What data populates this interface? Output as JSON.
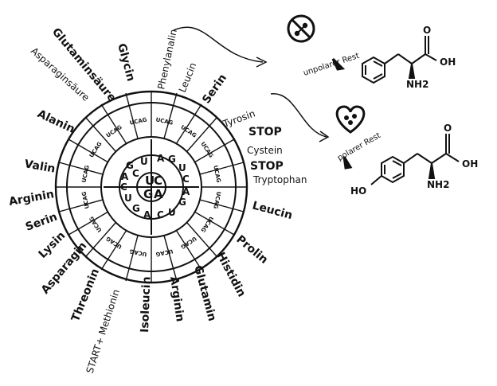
{
  "wheel": {
    "inner_bases": [
      "U",
      "C",
      "A",
      "G"
    ],
    "second_ring": [
      [
        "U",
        "C",
        "A",
        "G"
      ],
      [
        "U",
        "C",
        "A",
        "G"
      ],
      [
        "U",
        "C",
        "A",
        "G"
      ],
      [
        "U",
        "C",
        "A",
        "G"
      ]
    ],
    "third_ring_groups": [
      "UCAG",
      "UCAG",
      "UCAG",
      "UCAG",
      "UCAG",
      "UCAG",
      "UCAG",
      "UCAG",
      "UCAG",
      "UCAG",
      "UCAG",
      "UCAG",
      "UCAG",
      "UCAG",
      "UCAG",
      "UCAG"
    ]
  },
  "amino_acids": {
    "right": [
      "Phenylanalin",
      "Leucin",
      "Serin",
      "Tyrosin",
      "STOP",
      "Cystein",
      "STOP",
      "Tryptophan",
      "Leucin",
      "Prolin",
      "Histidin",
      "Glutamin"
    ],
    "bottom": [
      "Arginin",
      "Isoleucin",
      "START+ Methionin",
      "Threonin",
      "Asparagin"
    ],
    "left": [
      "Lysin",
      "Serin",
      "Arginin",
      "Valin",
      "Alanin",
      "Asparaginsäure",
      "Glutaminsäure",
      "Glycin"
    ]
  },
  "annotations": {
    "unpolar_label": "unpolarer Rest",
    "polar_label": "polarer Rest"
  },
  "molecules": {
    "phenylalanine": {
      "oh": "OH",
      "o": "O",
      "nh2": "NH2"
    },
    "tyrosine": {
      "oh": "OH",
      "o": "O",
      "nh2": "NH2",
      "ho": "HO"
    }
  }
}
